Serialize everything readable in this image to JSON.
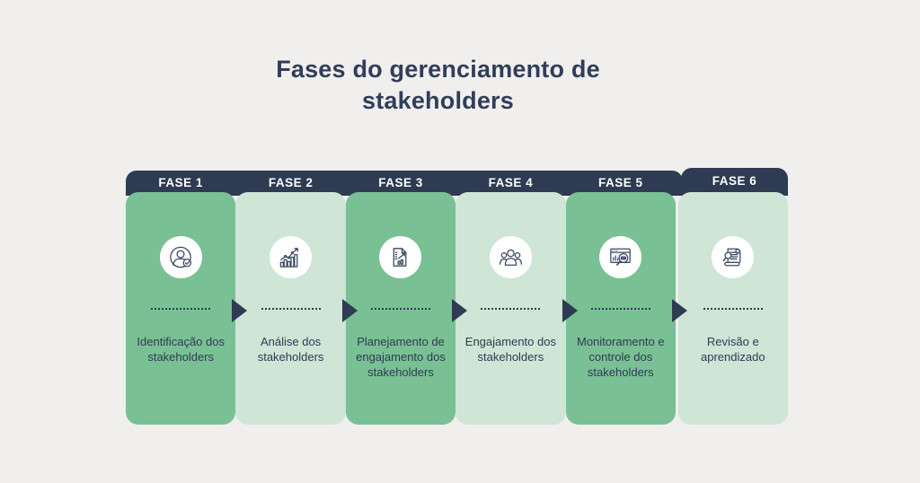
{
  "title": {
    "full": "Fases do gerenciamento de stakeholders",
    "line1": "Fases do gerenciamento de",
    "line2": "stakeholders"
  },
  "colors": {
    "background": "#f0efed",
    "navy": "#2e3b52",
    "title": "#313d59",
    "card_dark_green": "#79c094",
    "card_light_green": "#cfe5d6",
    "icon_circle": "#ffffff",
    "header_text": "#ffffff"
  },
  "phases": [
    {
      "header": "FASE 1",
      "label": "Identificação dos stakeholders",
      "icon": "person-check-icon",
      "tone": "dark"
    },
    {
      "header": "FASE 2",
      "label": "Análise dos stakeholders",
      "icon": "growth-bar-chart-icon",
      "tone": "light"
    },
    {
      "header": "FASE 3",
      "label": "Planejamento de engajamento dos stakeholders",
      "icon": "report-chart-icon",
      "tone": "dark"
    },
    {
      "header": "FASE 4",
      "label": "Engajamento dos stakeholders",
      "icon": "people-group-icon",
      "tone": "light"
    },
    {
      "header": "FASE 5",
      "label": "Monitoramento e controle dos stakeholders",
      "icon": "window-magnifier-icon",
      "tone": "dark"
    },
    {
      "header": "FASE 6",
      "label": "Revisão e aprendizado",
      "icon": "scroll-magnifier-icon",
      "tone": "light"
    }
  ]
}
